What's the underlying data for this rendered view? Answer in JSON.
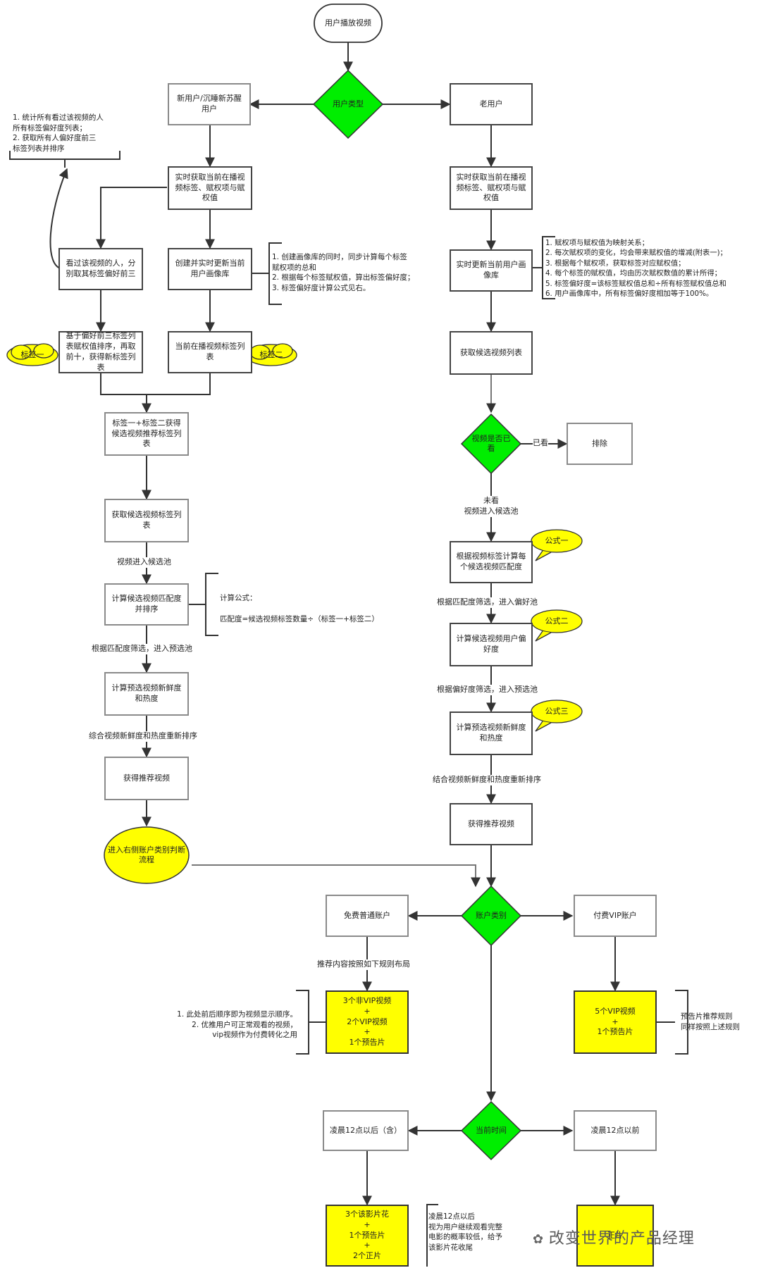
{
  "nodes": {
    "start": "用户播放视频",
    "user_type": "用户类型",
    "new_user": "新用户/沉睡新苏醒用户",
    "old_user": "老用户",
    "new_fetch": "实时获取当前在播视频标签、赋权项与赋权值",
    "old_fetch": "实时获取当前在播视频标签、赋权项与赋权值",
    "viewers_top3": "看过该视频的人，分别取其标签偏好前三",
    "new_create_lib": "创建并实时更新当前用户画像库",
    "old_update_lib": "实时更新当前用户画像库",
    "rank_top10": "基于偏好前三标签列表赋权值排序，再取前十，获得新标签列表",
    "current_tags": "当前在播视频标签列表",
    "old_candidates": "获取候选视频列表",
    "combine_tags": "标签一+标签二获得候选视频推荐标签列表",
    "watched_q": "视频是否已看",
    "exclude": "排除",
    "new_candidate_tags": "获取候选视频标签列表",
    "old_match": "根据视频标签计算每个候选视频匹配度",
    "new_match_rank": "计算候选视频匹配度并排序",
    "old_preference": "计算候选视频用户偏好度",
    "new_fresh_hot": "计算预选视频新鲜度和热度",
    "old_fresh_hot": "计算预选视频新鲜度和热度",
    "new_result": "获得推荐视频",
    "old_result": "获得推荐视频",
    "go_right": "进入右侧账户类别判断流程",
    "account_type": "账户类别",
    "free_account": "免费普通账户",
    "vip_account": "付费VIP账户",
    "free_layout": "3个非VIP视频\n+\n2个VIP视频\n+\n1个预告片",
    "vip_layout": "5个VIP视频\n+\n1个预告片",
    "current_time": "当前时间",
    "after_midnight": "凌晨12点以后（含）",
    "before_midnight": "凌晨12点以前",
    "after_layout": "3个该影片花\n+\n1个预告片\n+\n2个正片",
    "before_layout": "正片"
  },
  "clouds": {
    "tag_one": "标签一",
    "tag_two": "标签二",
    "formula_one": "公式一",
    "formula_two": "公式二",
    "formula_three": "公式三"
  },
  "edge_labels": {
    "watched": "已看",
    "not_watched": "未看\n视频进入候选池",
    "new_pool": "视频进入候选池",
    "match_filter_pre": "根据匹配度筛选，进入预选池",
    "match_filter_pref": "根据匹配度筛选，进入偏好池",
    "pref_filter_pre": "根据偏好度筛选，进入预选池",
    "new_rerank": "综合视频新鲜度和热度重新排序",
    "old_rerank": "结合视频新鲜度和热度重新排序",
    "layout_rule": "推荐内容按照如下规则布局"
  },
  "notes": {
    "stat_viewers": "1. 统计所有看过该视频的人\n    所有标签偏好度列表；\n2. 获取所有人偏好度前三\n    标签列表并排序",
    "create_lib": "1. 创建画像库的同时，同步计算每个标签\n    赋权项的总和\n2. 根据每个标签赋权值，算出标签偏好度；\n3. 标签偏好度计算公式见右。",
    "weight_rules": "1. 赋权项与赋权值为映射关系；\n2. 每次赋权项的变化，均会带来赋权值的增减(附表一)；\n3. 根据每个赋权项，获取标签对应赋权值；\n4. 每个标签的赋权值，均由历次赋权数值的累计所得；\n5. 标签偏好度=该标签赋权值总和÷所有标签赋权值总和\n6. 用户画像库中，所有标签偏好度相加等于100%。",
    "formula_title": "计算公式：",
    "formula_body": "匹配度=候选视频标签数量÷（标签一+标签二）",
    "order_note": "1. 此处前后顺序即为视频显示顺序。\n2. 优推用户可正常观看的视频，\nvip视频作为付费转化之用",
    "trailer_rule": "预告片推荐规则\n同样按照上述规则",
    "midnight_note": "凌晨12点以后\n视为用户继续观看完整\n电影的概率较低，给予\n该影片花收尾"
  },
  "watermark": "改变世界的产品经理",
  "colors": {
    "diamond": "#00ee00",
    "highlight": "#ffff00",
    "line": "#333333"
  }
}
